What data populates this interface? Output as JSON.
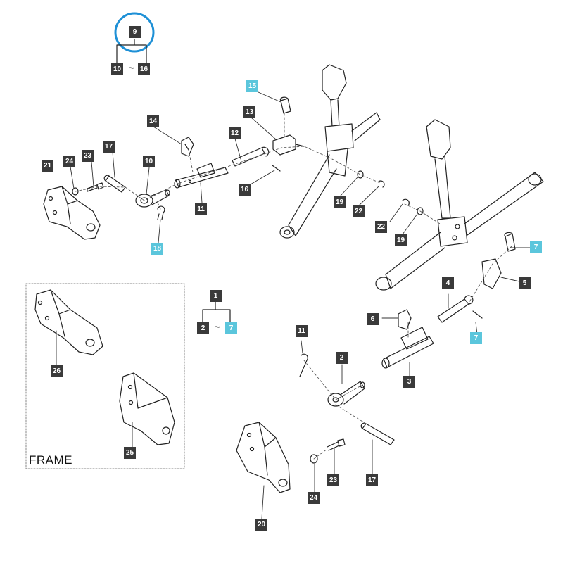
{
  "callouts": {
    "c9": "9",
    "c10a": "10",
    "c16a": "16",
    "c15": "15",
    "c13": "13",
    "c14": "14",
    "c12": "12",
    "c17a": "17",
    "c23a": "23",
    "c24a": "24",
    "c21": "21",
    "c10b": "10",
    "c16b": "16",
    "c11a": "11",
    "c18": "18",
    "c19a": "19",
    "c22a": "22",
    "c22b": "22",
    "c19b": "19",
    "c7a": "7",
    "c5": "5",
    "c4": "4",
    "c6": "6",
    "c7b": "7",
    "c3": "3",
    "c1": "1",
    "c2a": "2",
    "c7c": "7",
    "c11b": "11",
    "c2b": "2",
    "c26": "26",
    "c25": "25",
    "c24b": "24",
    "c23b": "23",
    "c17b": "17",
    "c20": "20"
  },
  "tilde": "~",
  "frame_label": "FRAME",
  "colors": {
    "callout_bg": "#3a3a3a",
    "callout_highlight_bg": "#5bc6dc",
    "highlight_circle": "#1e90d6"
  }
}
